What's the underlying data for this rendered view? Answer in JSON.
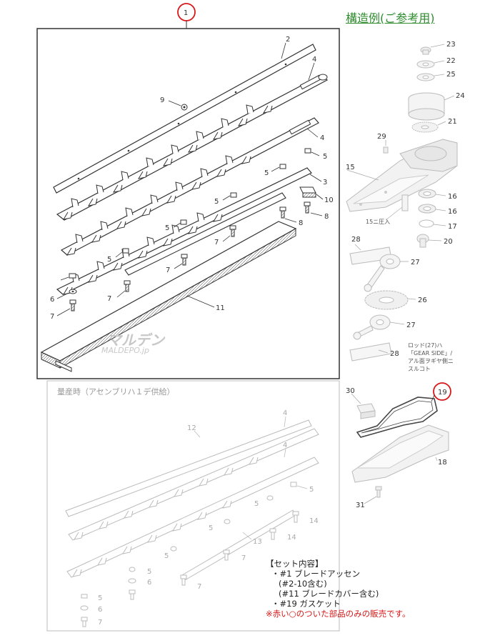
{
  "title": "構造例(ご参考用)",
  "watermark": {
    "logo": "マルデン",
    "url": "MALDEPO.jp"
  },
  "sub_box_title": "量産時（アセンブリハ１デ供給）",
  "main_labels": {
    "n1": "1",
    "n2": "2",
    "n3": "3",
    "n4a": "4",
    "n4b": "4",
    "n5a": "5",
    "n5b": "5",
    "n5c": "5",
    "n5d": "5",
    "n5e": "5",
    "n6": "6",
    "n7a": "7",
    "n7b": "7",
    "n7c": "7",
    "n7d": "7",
    "n8a": "8",
    "n8b": "8",
    "n9": "9",
    "n10": "10",
    "n11": "11"
  },
  "gear_labels": {
    "n15": "15",
    "n16a": "16",
    "n16b": "16",
    "n17": "17",
    "n18": "18",
    "n19": "19",
    "n20": "20",
    "n21": "21",
    "n22": "22",
    "n23": "23",
    "n24": "24",
    "n25": "25",
    "n26": "26",
    "n27a": "27",
    "n27b": "27",
    "n28a": "28",
    "n28b": "28",
    "n29": "29",
    "n30": "30",
    "n31": "31"
  },
  "gear_notes": {
    "press_fit": "15ニ圧入",
    "rod_note_1": "ロッド(27)ハ",
    "rod_note_2": "「GEAR SIDE」/",
    "rod_note_3": "アル面ヲギヤ側ニ",
    "rod_note_4": "スルコト"
  },
  "sub_labels": {
    "n12": "12",
    "n4a": "4",
    "n4b": "4",
    "n13": "13",
    "n14a": "14",
    "n14b": "14",
    "n5a": "5",
    "n5b": "5",
    "n5c": "5",
    "n5d": "5",
    "n5e": "5",
    "n6a": "6",
    "n6b": "6",
    "n7a": "7",
    "n7b": "7",
    "n7c": "7"
  },
  "set_contents": {
    "heading": "【セット内容】",
    "item1": "・#1 ブレードアッセン",
    "item1_sub1": "(#2-10含む)",
    "item1_sub2": "(#11 ブレードカバー含む)",
    "item2": "・#19 ガスケット",
    "note": "※赤い○のついた部品のみの販売です。"
  },
  "colors": {
    "title": "#2e8b2e",
    "highlight": "#d81818",
    "line": "#333333",
    "faded": "#aaaaaa"
  }
}
